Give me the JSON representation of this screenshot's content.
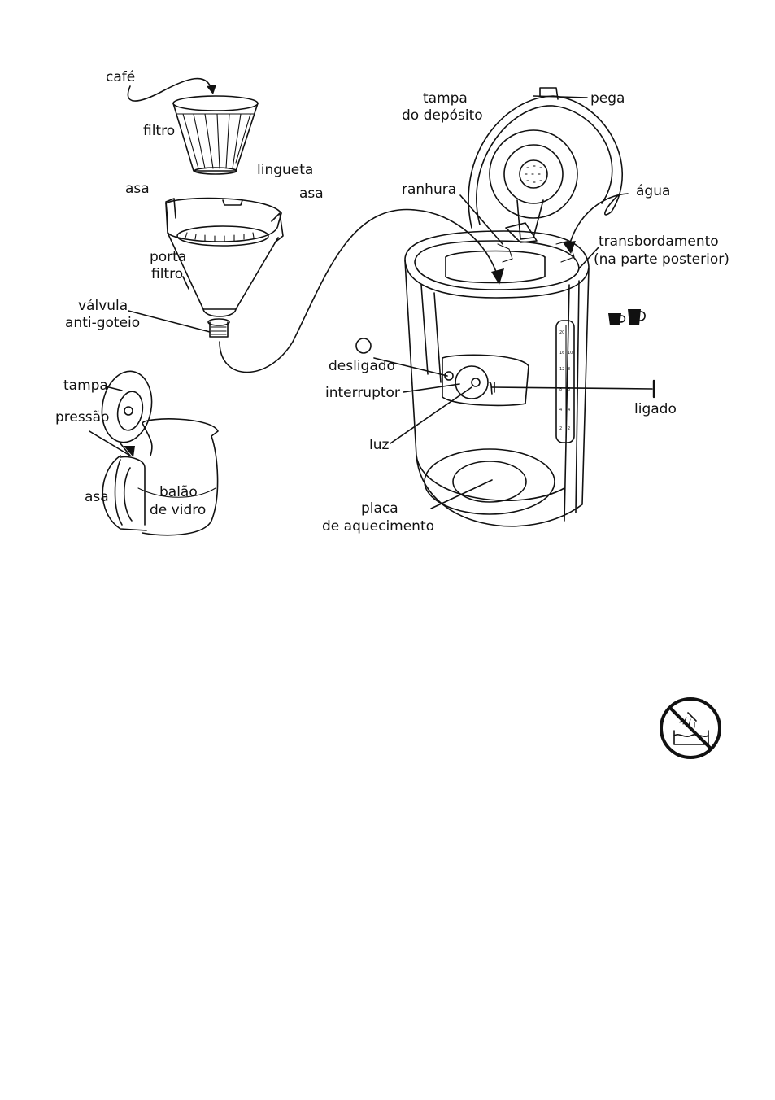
{
  "labels": {
    "cafe": "café",
    "filtro": "filtro",
    "lingueta": "lingueta",
    "asa_left": "asa",
    "asa_right": "asa",
    "porta_filtro": [
      "porta",
      "filtro"
    ],
    "valvula": [
      "válvula",
      "anti-goteio"
    ],
    "tampa": "tampa",
    "pressao": "pressão",
    "asa_jug": "asa",
    "balao": [
      "balão",
      "de vidro"
    ],
    "tampa_deposito": [
      "tampa",
      "do depósito"
    ],
    "pega": "pega",
    "ranhura": "ranhura",
    "agua": "água",
    "transbordamento": [
      "transbordamento",
      "(na parte posterior)"
    ],
    "desligado": "desligado",
    "interruptor": "interruptor",
    "ligado": "ligado",
    "luz": "luz",
    "placa": [
      "placa",
      "de aquecimento"
    ]
  },
  "switch_symbols": {
    "off": "O",
    "on": "I"
  },
  "gauge_ticks": [
    "20",
    "16",
    "12",
    "8",
    "4",
    "2",
    "10",
    "8",
    "6",
    "4",
    "2"
  ],
  "icons": {
    "cup_icon": "small-cup-icon",
    "mug_icon": "large-cup-icon",
    "warning_icon": "no-immersion-icon"
  },
  "colors": {
    "ink": "#111111",
    "paper": "#ffffff"
  }
}
